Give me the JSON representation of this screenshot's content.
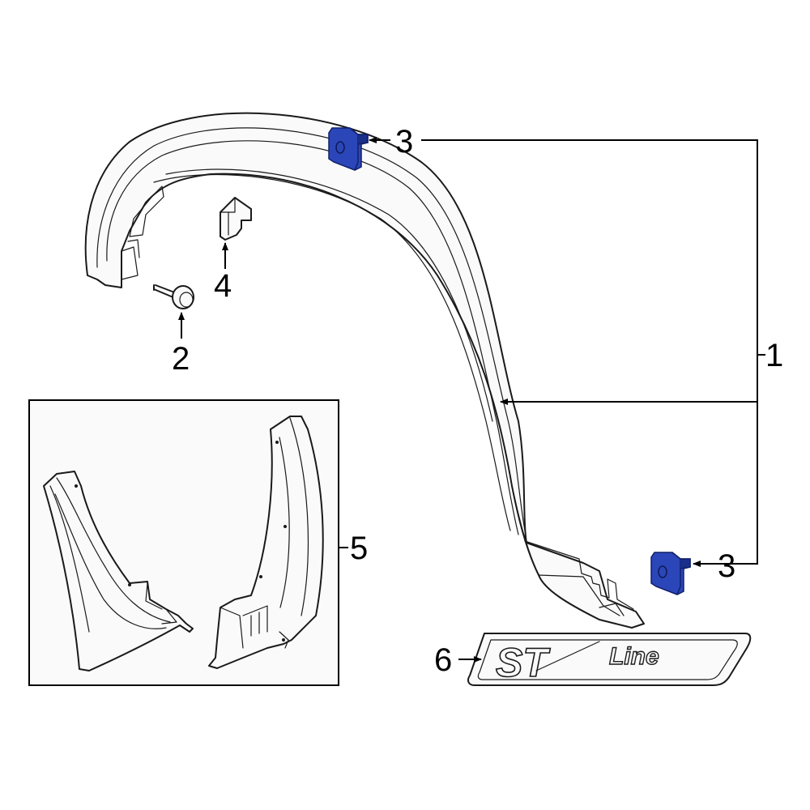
{
  "colors": {
    "highlight_part": "#2b46b8",
    "highlight_part_dark": "#1a2f8a",
    "line": "#1a1a1a",
    "background": "#ffffff",
    "inset_background": "#fafafa"
  },
  "callouts": {
    "c1": "1",
    "c2": "2",
    "c3_top": "3",
    "c3_bottom": "3",
    "c4": "4",
    "c5": "5",
    "c6": "6"
  },
  "emblem": {
    "st": "ST",
    "line": "Line"
  }
}
